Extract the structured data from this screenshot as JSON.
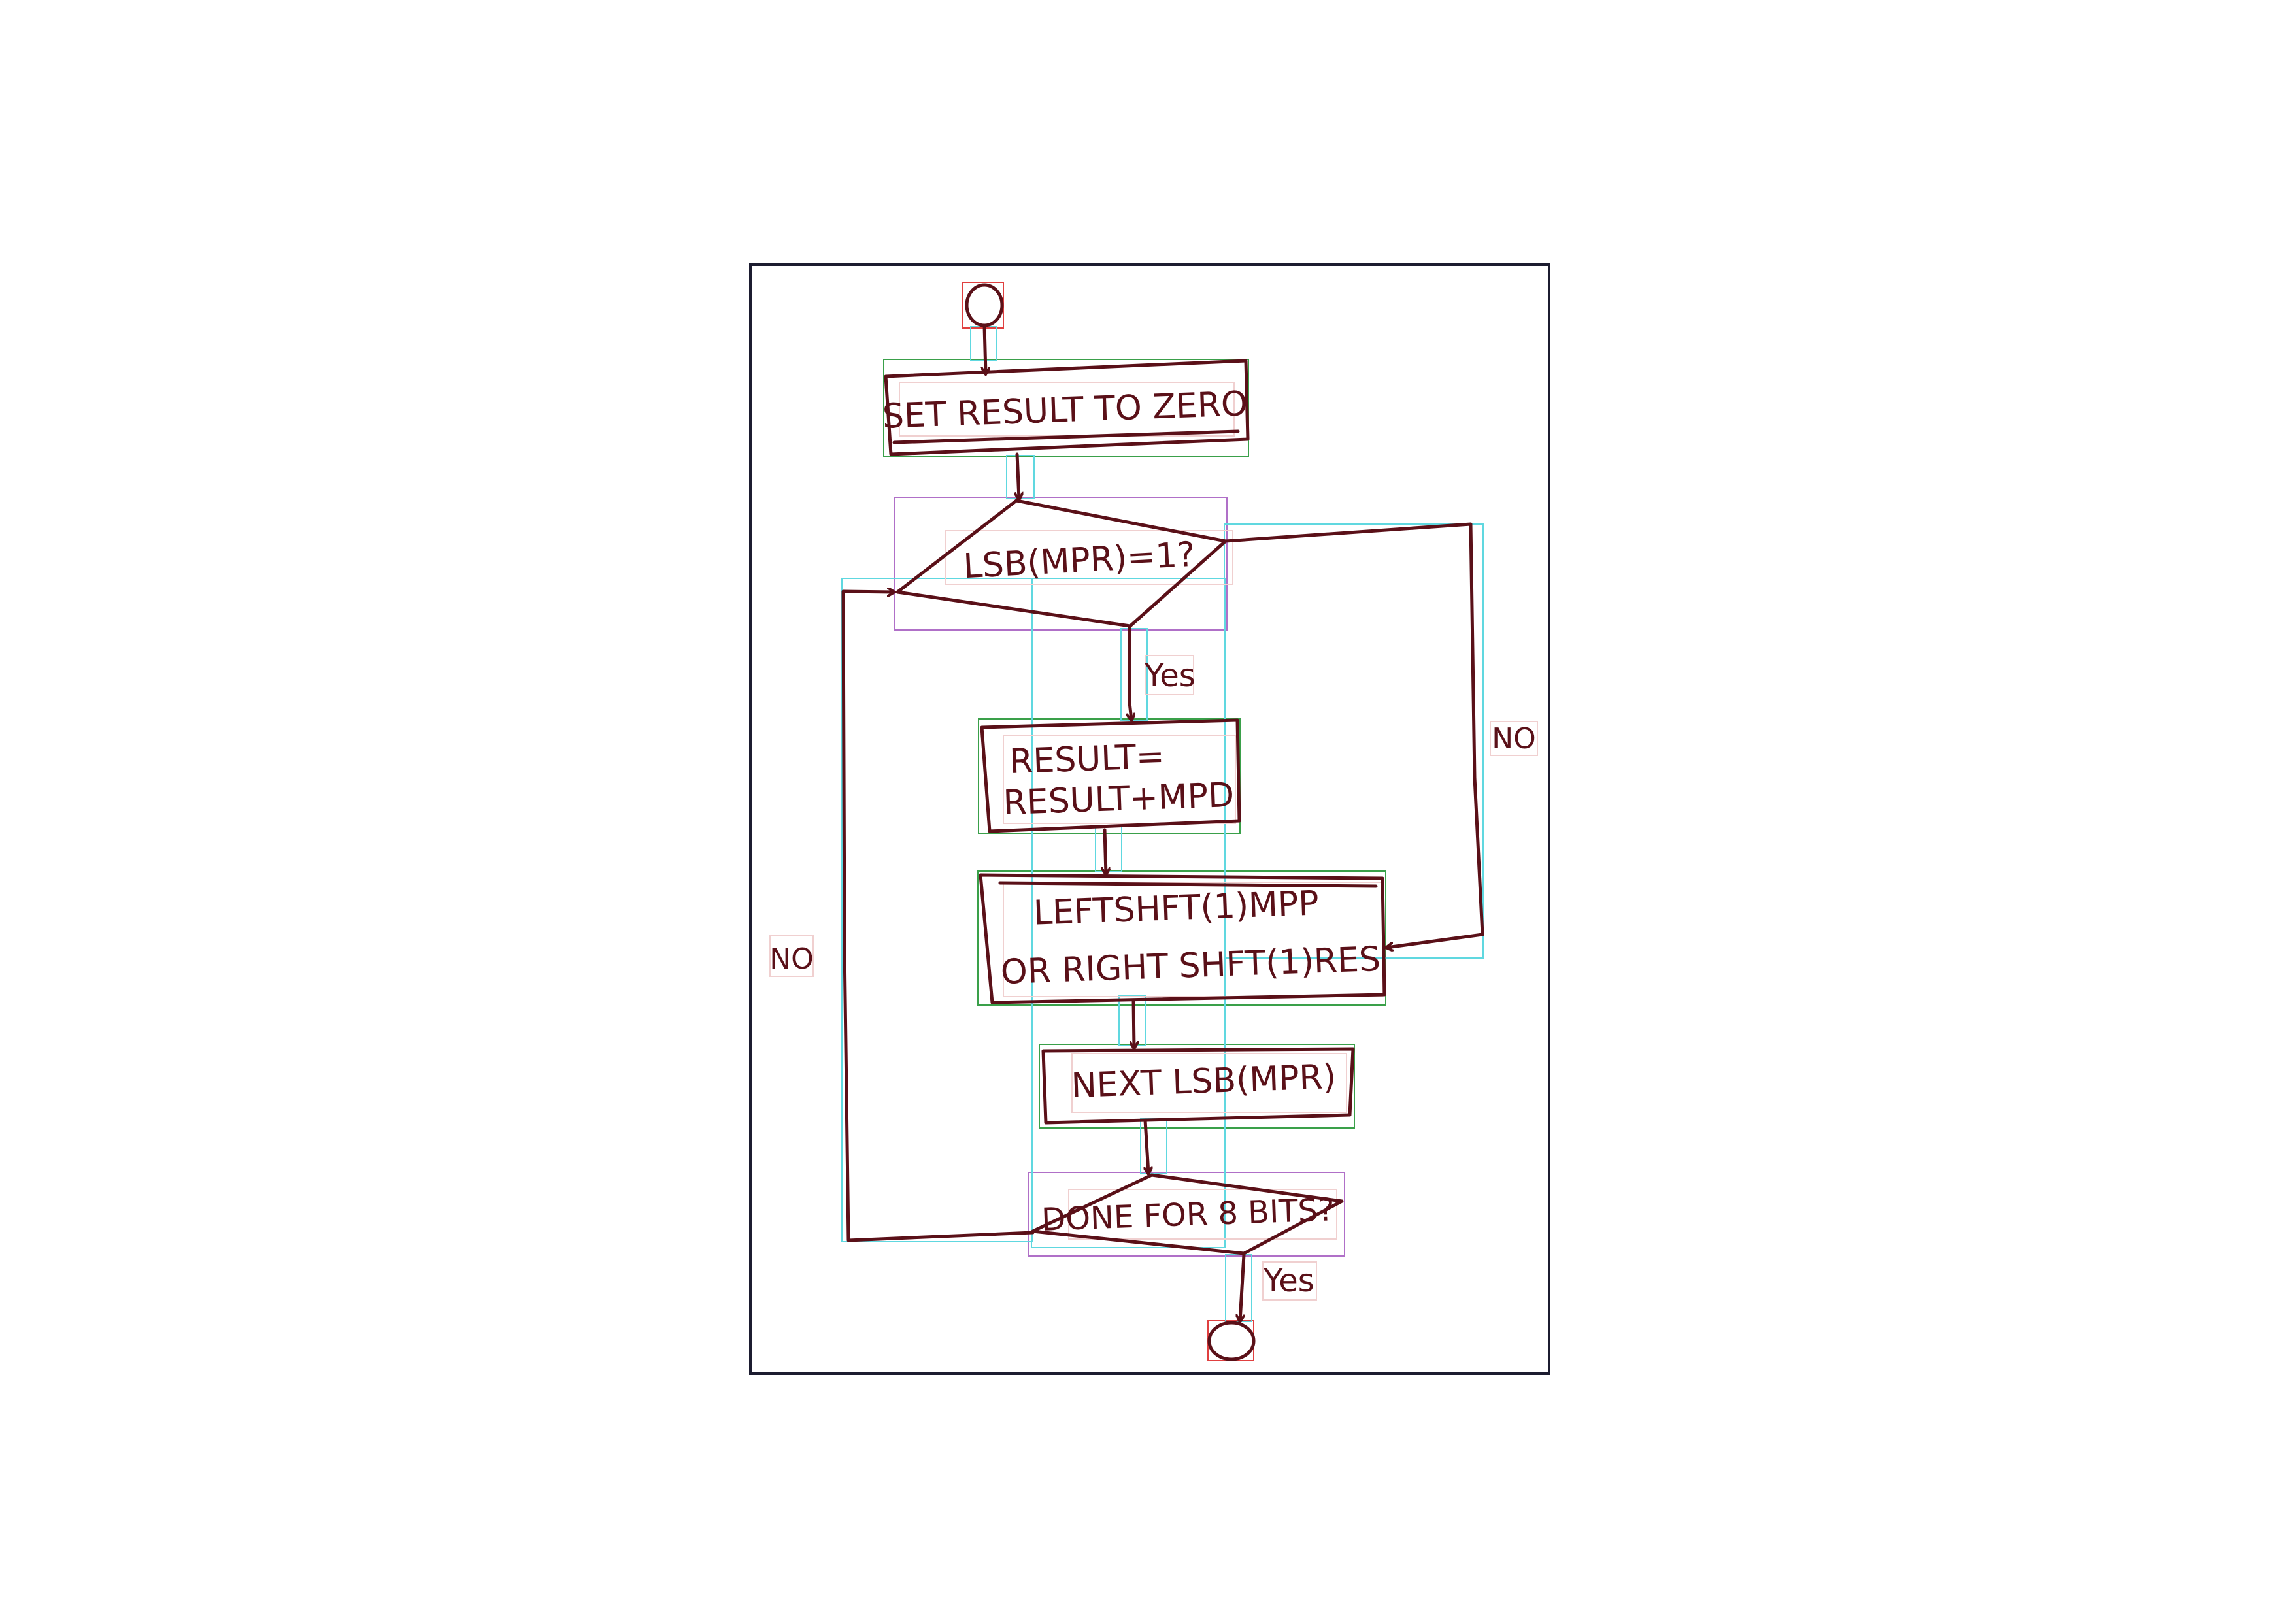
{
  "colors": {
    "ink": "#5a1018",
    "frame": "#1c1c30",
    "annot_node": "#3aa04a",
    "annot_decision": "#b070c8",
    "annot_terminal": "#e04040",
    "annot_edge": "#60d8e0"
  },
  "nodes": {
    "set_result": "SET RESULT TO ZERO",
    "lsb_test": "LSB(MPR)=1?",
    "result_add_line1": "RESULT=",
    "result_add_line2": "RESULT+MPD",
    "shift_line1": "LEFTSHFT(1)MPP",
    "shift_line2": "OR RIGHT SHFT(1)RES",
    "next_lsb": "NEXT LSB(MPR)",
    "done_test": "DONE FOR 8 BITS?"
  },
  "edge_labels": {
    "lsb_yes": "Yes",
    "lsb_no": "NO",
    "done_no": "NO",
    "done_yes": "Yes"
  }
}
